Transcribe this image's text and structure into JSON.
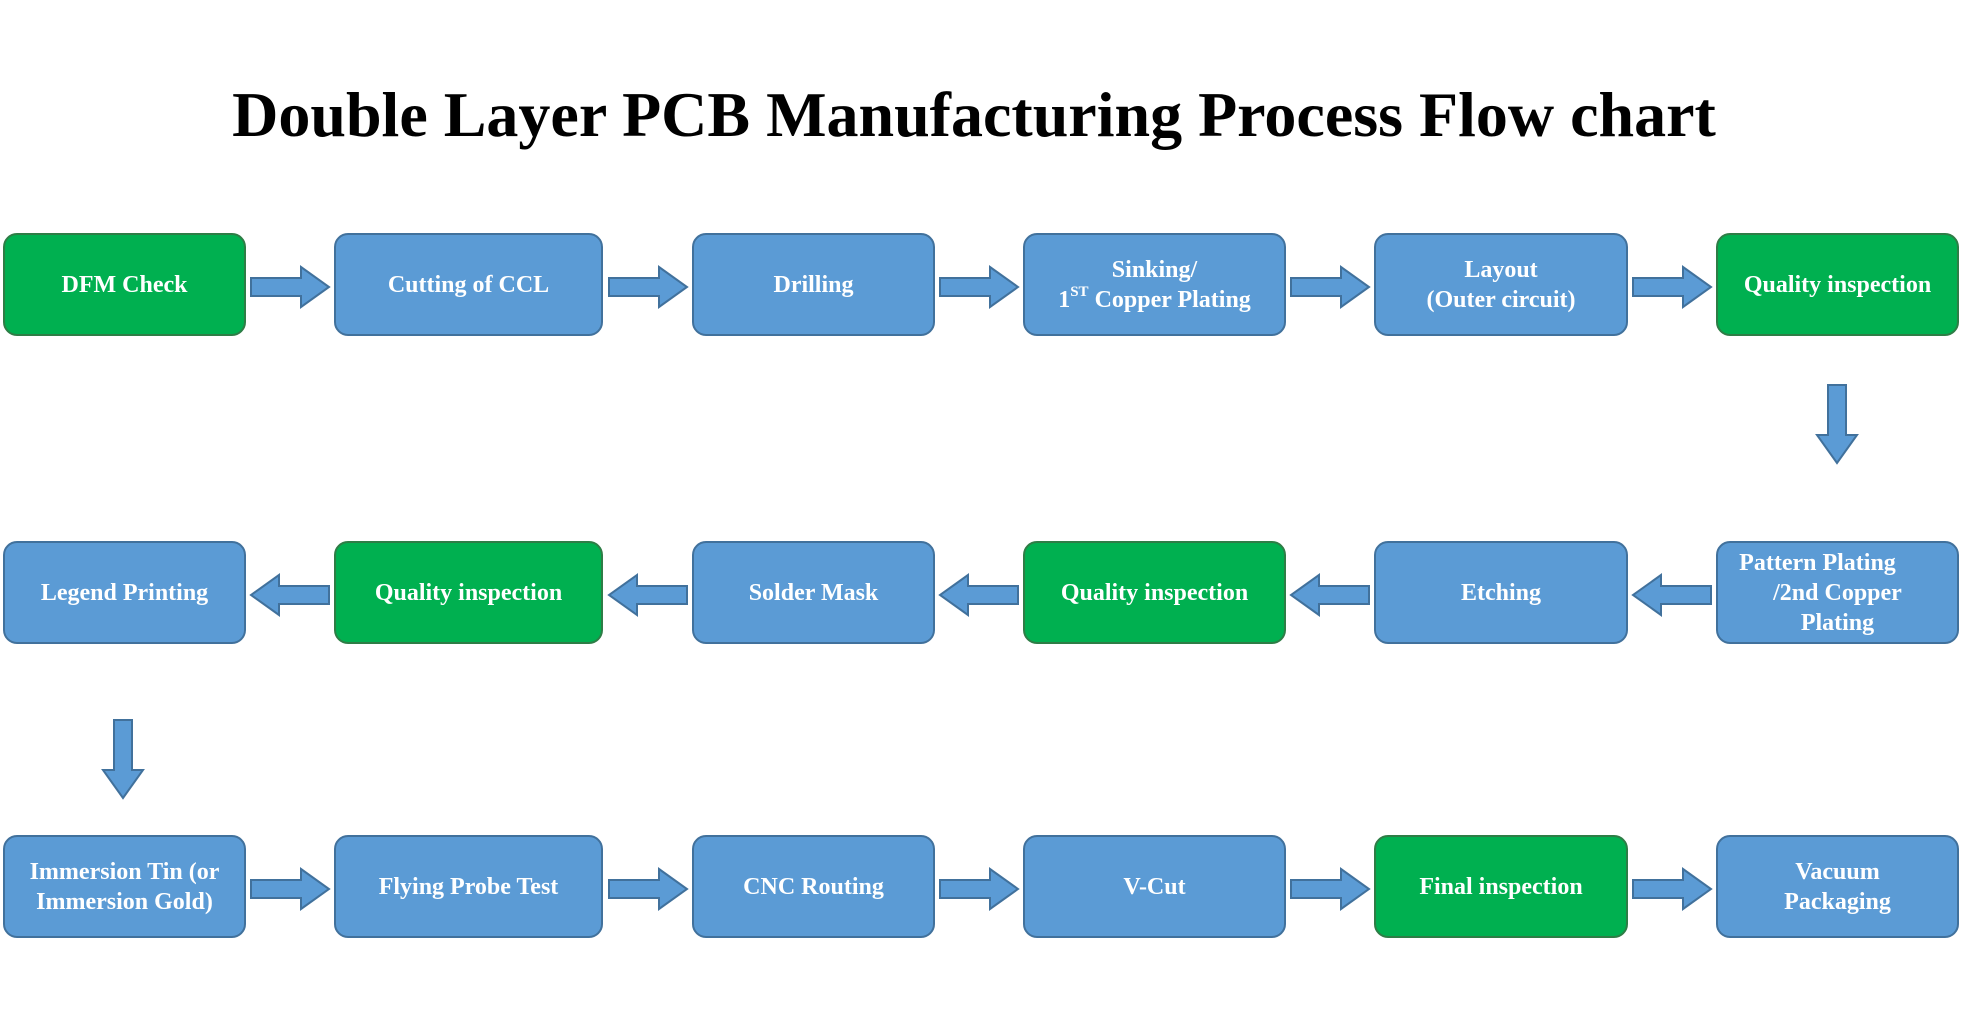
{
  "title": "Double Layer PCB Manufacturing Process Flow chart",
  "colors": {
    "process": "#5b9bd5",
    "inspection": "#00b050",
    "arrow": "#5b9bd5",
    "arrow_outline": "#41719c"
  },
  "row1": {
    "dfm": "DFM Check",
    "cutting": "Cutting of CCL",
    "drilling": "Drilling",
    "sinking_line1": "Sinking/",
    "sinking_num": "1",
    "sinking_sup": "ST",
    "sinking_rest": " Copper Plating",
    "layout_line1": "Layout",
    "layout_line2": "(Outer circuit)",
    "quality": "Quality inspection"
  },
  "row2": {
    "pattern_line1": "Pattern Plating",
    "pattern_line2": "/2nd Copper",
    "pattern_line3": "Plating",
    "etching": "Etching",
    "quality_a": "Quality inspection",
    "solder": "Solder Mask",
    "quality_b": "Quality inspection",
    "legend": "Legend Printing"
  },
  "row3": {
    "immersion_line1": "Immersion Tin (or",
    "immersion_line2": "Immersion Gold)",
    "flying": "Flying Probe Test",
    "cnc": "CNC Routing",
    "vcut": "V-Cut",
    "final": "Final inspection",
    "vacuum_line1": "Vacuum",
    "vacuum_line2": "Packaging"
  }
}
